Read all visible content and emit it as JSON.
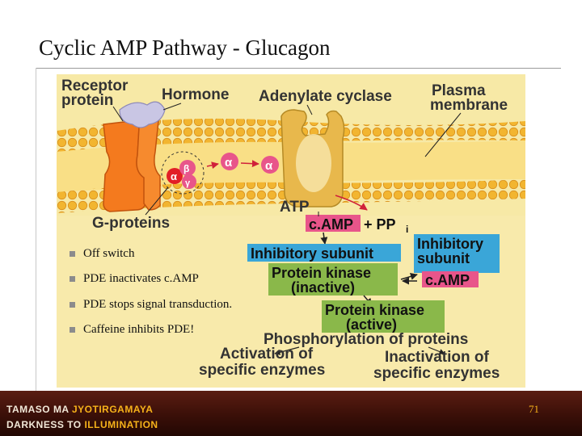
{
  "slide": {
    "title": "Cyclic AMP  Pathway - Glucagon",
    "page_number": "71"
  },
  "diagram": {
    "labels": {
      "receptor_1": "Receptor",
      "receptor_2": "protein",
      "hormone": "Hormone",
      "adenylate_cyclase": "Adenylate cyclase",
      "plasma_1": "Plasma",
      "plasma_2": "membrane",
      "g_proteins": "G-proteins",
      "atp": "ATP",
      "camp": "c.AMP",
      "ppi": "+ PP",
      "ppi_sub": "i",
      "inhibitory_subunit": "Inhibitory subunit",
      "inhib_right_1": "Inhibitory",
      "inhib_right_2": "subunit",
      "camp_right": "c.AMP",
      "pk_inactive_1": "Protein kinase",
      "pk_inactive_2": "(inactive)",
      "pk_active_1": "Protein kinase",
      "pk_active_2": "(active)",
      "phosphorylation": "Phosphorylation of proteins",
      "activation_1": "Activation of",
      "activation_2": "specific enzymes",
      "inactivation_1": "Inactivation of",
      "inactivation_2": "specific enzymes",
      "alpha": "α",
      "beta": "β",
      "gamma": "γ"
    },
    "colors": {
      "background": "#f7e9a6",
      "membrane": "#f3b93f",
      "receptor": "#f47a1e",
      "cyclase": "#e2b64a",
      "box_blue": "#3aa6d8",
      "box_green": "#8ab84a",
      "pink": "#e8558a",
      "red": "#e21f26"
    }
  },
  "bullets": [
    {
      "text": "Off switch"
    },
    {
      "text": "PDE inactivates c.AMP"
    },
    {
      "text": "PDE stops signal transduction."
    },
    {
      "text": "Caffeine inhibits PDE!"
    }
  ],
  "footer": {
    "line1_a": "TAMASO MA ",
    "line1_b": "JYOTIRGAMAYA",
    "line2_a": "DARKNESS TO ",
    "line2_b": "ILLUMINATION"
  }
}
